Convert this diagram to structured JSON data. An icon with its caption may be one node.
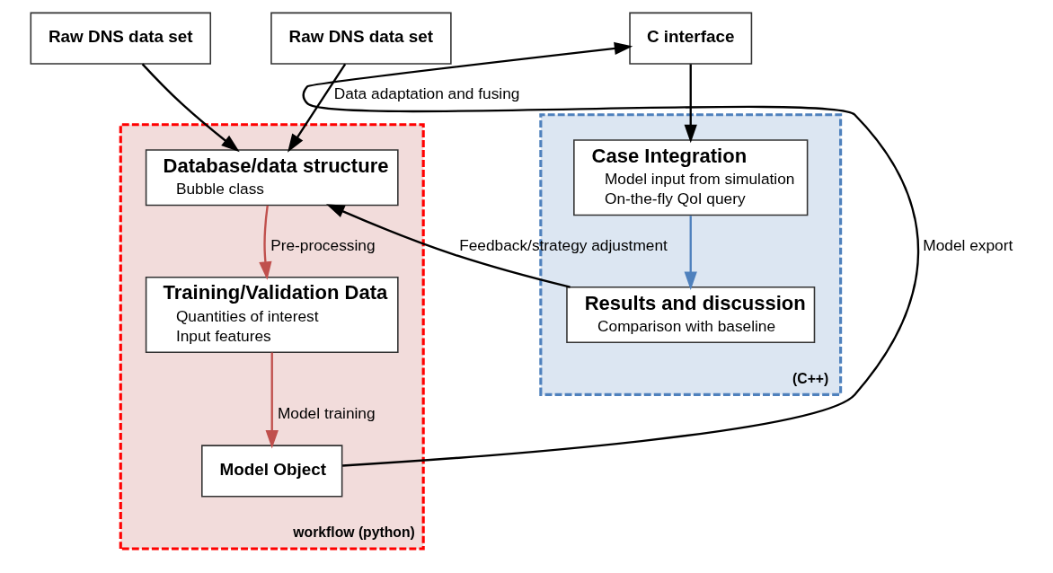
{
  "diagram": {
    "nodes": [
      {
        "text": [
          "Raw DNS data set"
        ]
      },
      {
        "text": [
          "Raw DNS data set"
        ]
      },
      {
        "text": [
          "workflow (python)"
        ]
      },
      {
        "text": [
          "Database/data structure",
          "Bubble class"
        ],
        "in": 2
      },
      {
        "text": [
          "Training/Validation Data",
          "Quantities of interest",
          "Input features"
        ],
        "in": 2
      },
      {
        "text": [
          "Model Object"
        ],
        "in": 2
      },
      {
        "text": [
          "C interface"
        ]
      },
      {
        "text": [
          "(C++)"
        ]
      },
      {
        "text": [
          "Case Integration",
          "Model input from simulation",
          "On-the-fly QoI query"
        ],
        "in": 7
      },
      {
        "text": [
          "Results and discussion",
          "Comparison with baseline"
        ],
        "in": 7
      }
    ],
    "edges": [
      {
        "from": 0,
        "to": 3,
        "arrow": "to",
        "label": "Data adaptation and fusing"
      },
      {
        "from": 1,
        "to": 3,
        "arrow": "to"
      },
      {
        "from": 3,
        "to": 4,
        "arrow": "to",
        "label": "Pre-processing",
        "color": "#c0504d"
      },
      {
        "from": 4,
        "to": 5,
        "arrow": "to",
        "label": "Model training",
        "color": "#c0504d"
      },
      {
        "from": 5,
        "to": 6,
        "arrow": "to",
        "label": "Model export"
      },
      {
        "from": 6,
        "to": 8,
        "arrow": "to"
      },
      {
        "from": 8,
        "to": 9,
        "arrow": "to",
        "color": "#4f81bd"
      },
      {
        "from": 9,
        "to": 3,
        "arrow": "to",
        "label": "Feedback/strategy adjustment"
      }
    ]
  }
}
